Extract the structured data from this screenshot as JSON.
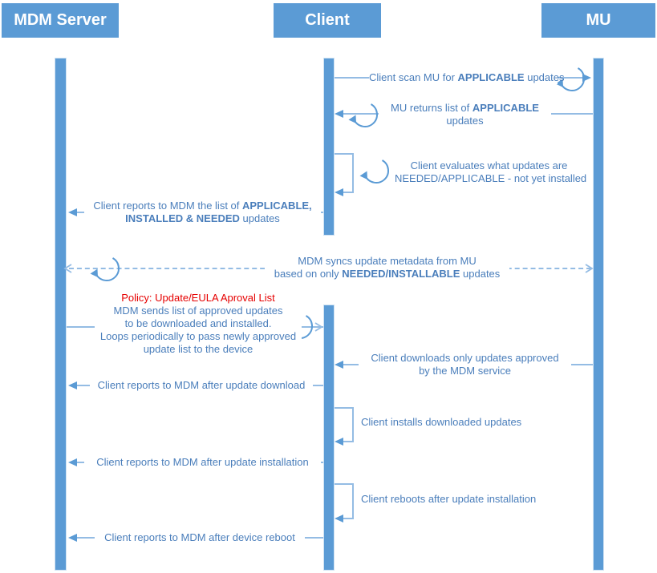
{
  "colors": {
    "primary": "#5B9BD5",
    "line": "#94BCE4",
    "arrow": "#5B9BD5",
    "text": "#4A7EBB",
    "policy": "#E60000"
  },
  "actors": [
    {
      "label": "MDM Server"
    },
    {
      "label": "Client"
    },
    {
      "label": "MU"
    }
  ],
  "messages": {
    "scan": [
      [
        {
          "t": "Client scan MU for "
        },
        {
          "t": "APPLICABLE",
          "b": true
        },
        {
          "t": " updates"
        }
      ]
    ],
    "returns": [
      [
        {
          "t": "MU returns list of "
        },
        {
          "t": "APPLICABLE",
          "b": true
        }
      ],
      [
        {
          "t": "updates"
        }
      ]
    ],
    "evaluates": [
      [
        {
          "t": "Client evaluates what updates are"
        }
      ],
      [
        {
          "t": "NEEDED/APPLICABLE - not yet installed"
        }
      ]
    ],
    "reports_list": [
      [
        {
          "t": "Client reports to MDM the list of "
        },
        {
          "t": "APPLICABLE,",
          "b": true
        }
      ],
      [
        {
          "t": "INSTALLED & NEEDED",
          "b": true
        },
        {
          "t": " updates"
        }
      ]
    ],
    "sync": [
      [
        {
          "t": "MDM syncs update metadata from MU"
        }
      ],
      [
        {
          "t": "based on only "
        },
        {
          "t": "NEEDED/INSTALLABLE",
          "b": true
        },
        {
          "t": " updates"
        }
      ]
    ],
    "policy_title": "Policy: Update/EULA Aproval List",
    "policy_body": [
      [
        {
          "t": "MDM sends list of approved updates"
        }
      ],
      [
        {
          "t": "to be downloaded and installed."
        }
      ],
      [
        {
          "t": "Loops periodically to pass newly approved"
        }
      ],
      [
        {
          "t": "update list to the device"
        }
      ]
    ],
    "downloads": [
      [
        {
          "t": "Client downloads only updates approved"
        }
      ],
      [
        {
          "t": "by the MDM service"
        }
      ]
    ],
    "report_download": "Client reports to MDM after update download",
    "installs": "Client installs downloaded updates",
    "report_install": "Client reports to MDM after update installation",
    "reboots": "Client reboots after update installation",
    "report_reboot": "Client reports to MDM after device reboot"
  }
}
